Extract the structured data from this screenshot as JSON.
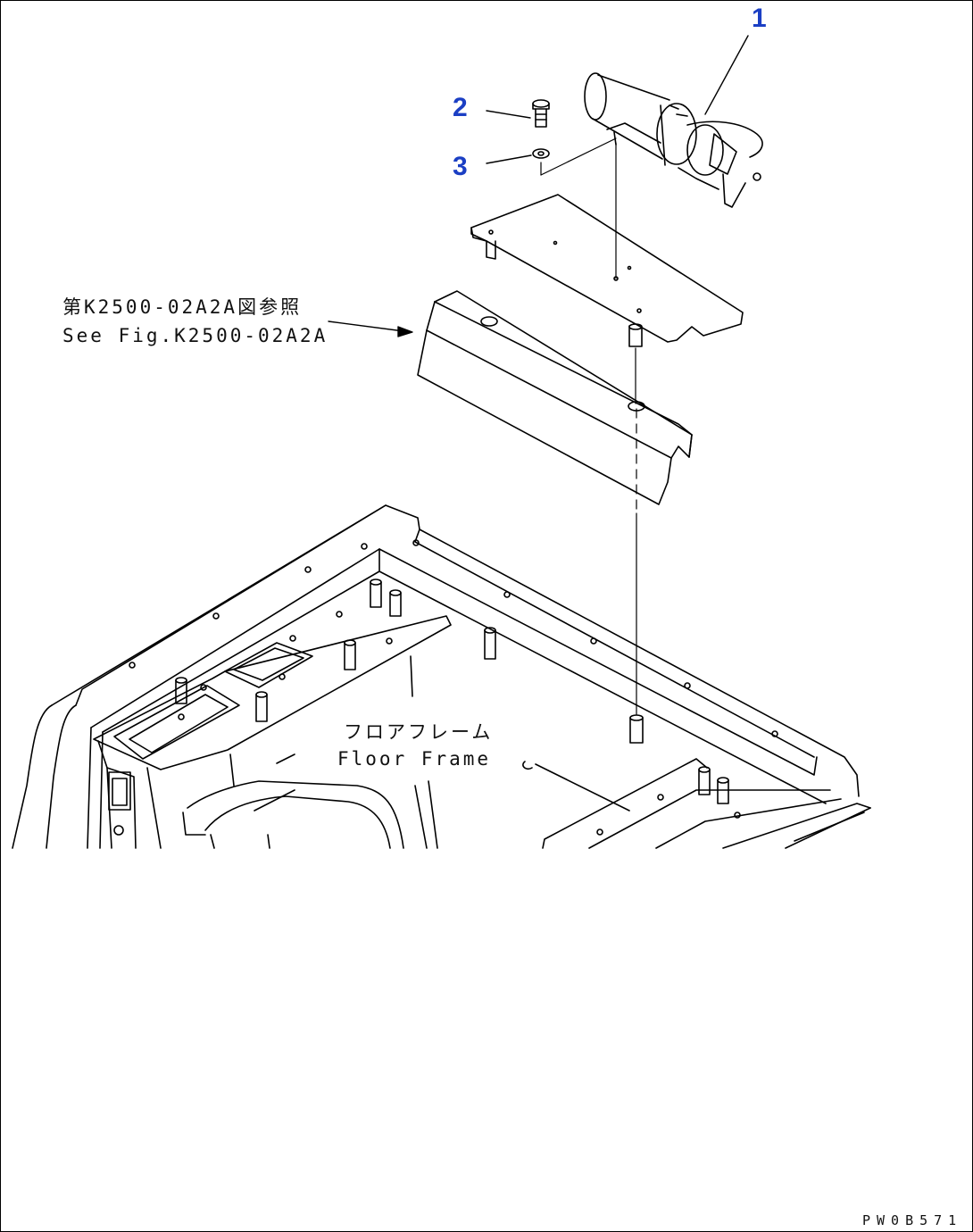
{
  "callouts": {
    "part1": "1",
    "part2": "2",
    "part3": "3"
  },
  "reference": {
    "japanese": "第K2500-02A2A図参照",
    "english": "See Fig.K2500-02A2A"
  },
  "floor_frame": {
    "japanese": "フロアフレーム",
    "english": "Floor Frame"
  },
  "drawing_code": "PW0B571",
  "colors": {
    "callout": "#1b3fc4",
    "line": "#000000"
  }
}
